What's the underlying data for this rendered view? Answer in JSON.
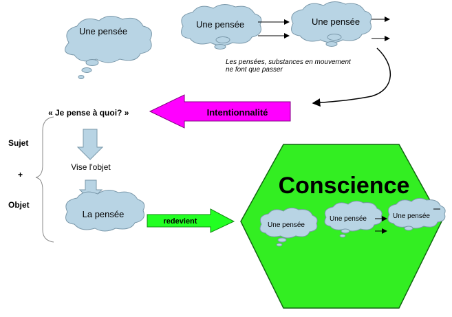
{
  "thoughts": {
    "thought_1": "Une pensée",
    "thought_2": "Une pensée",
    "thought_3": "Une pensée"
  },
  "passing_note": {
    "line_1": "Les pensées, substances en mouvement",
    "line_2": "ne font que passer"
  },
  "question": "« Je pense à quoi? »",
  "intentionnalite": "Intentionnalité",
  "vise_objet": "Vise l'objet",
  "la_pensee": "La pensée",
  "redevient": "redevient",
  "sujet": "Sujet",
  "plus": "+",
  "objet": "Objet",
  "conscience": {
    "title": "Conscience",
    "thought_1": "Une pensée",
    "thought_2": "Une pensée",
    "thought_3": "Une pensée"
  },
  "colors": {
    "cloud": "#b8d4e4",
    "magenta": "#ff00ff",
    "green": "#33ee22",
    "light_green": "#22ff22",
    "arrow_down": "#b8d4e4"
  }
}
